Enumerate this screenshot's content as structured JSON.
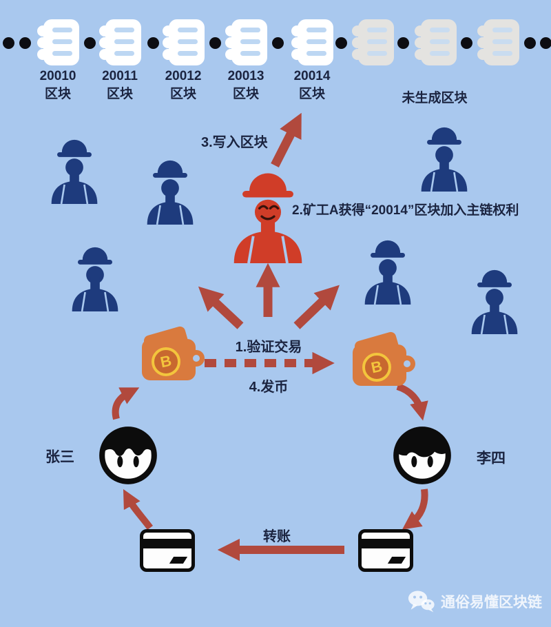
{
  "diagram_subject": "blockchain-transaction-flow",
  "colors": {
    "background": "#a9c8ee",
    "miner_navy": "#1e3b7d",
    "miner_red": "#d03d28",
    "arrow_red": "#b1493d",
    "wallet_orange": "#d97a3e",
    "coin_yellow": "#f3c53d",
    "text_navy": "#1b2440",
    "block_white": "#ffffff",
    "block_gray": "#e4e3e0",
    "block_line_blue": "#bdd7f3",
    "card_black": "#0c0c0c",
    "watermark_white": "rgba(255,255,255,0.82)"
  },
  "chain": {
    "generated_blocks": [
      {
        "number": "20010",
        "unit": "区块"
      },
      {
        "number": "20011",
        "unit": "区块"
      },
      {
        "number": "20012",
        "unit": "区块"
      },
      {
        "number": "20013",
        "unit": "区块"
      },
      {
        "number": "20014",
        "unit": "区块"
      }
    ],
    "ungenerated_blocks_count": 3,
    "ungenerated_label": "未生成区块"
  },
  "steps": {
    "step1": "1.验证交易",
    "step2": "2.矿工A获得“20014”区块加入主链权利",
    "step3": "3.写入区块",
    "step4": "4.发币",
    "transfer": "转账"
  },
  "people": {
    "left": "张三",
    "right": "李四"
  },
  "miners": {
    "blue_count": 6,
    "red_count": 1
  },
  "watermark": {
    "icon": "wechat-icon",
    "text": "通俗易懂区块链"
  },
  "icons": {
    "block": "notebook-block-icon",
    "miner": "miner-icon",
    "wallet": "bitcoin-wallet-icon",
    "coin": "bitcoin-icon",
    "face": "person-face-icon",
    "card": "bank-card-icon"
  }
}
